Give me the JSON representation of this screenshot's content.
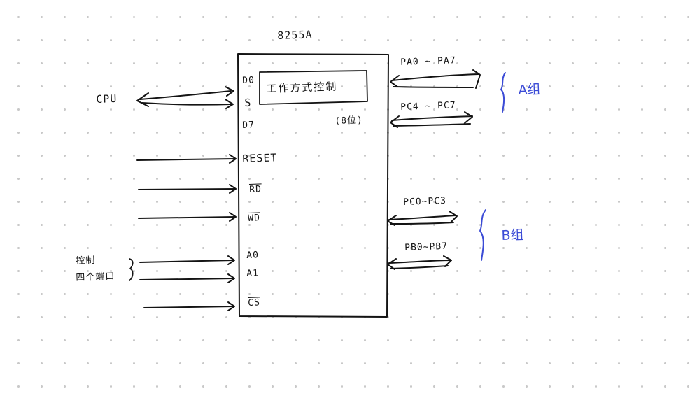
{
  "chip": {
    "title": "8255A",
    "inner_box_label": "工作方式控制",
    "inner_box_note": "(8位)"
  },
  "pins": {
    "d0": "D0",
    "range_mark": "S",
    "d7": "D7",
    "reset": "RESET",
    "rd": "RD",
    "wr": "WD",
    "a0": "A0",
    "a1": "A1",
    "cs": "CS"
  },
  "left": {
    "cpu": "CPU",
    "control_line1": "控制",
    "control_line2": "四个端口"
  },
  "right": {
    "pa": "PA0 ~ PA7",
    "pc_high": "PC4 ~ PC7",
    "pc_low": "PC0~PC3",
    "pb": "PB0~PB7",
    "group_a": "A组",
    "group_b": "B组"
  },
  "colors": {
    "ink": "#141414",
    "annotation": "#3b4bd6",
    "grid_dot": "#c9c9c9"
  }
}
